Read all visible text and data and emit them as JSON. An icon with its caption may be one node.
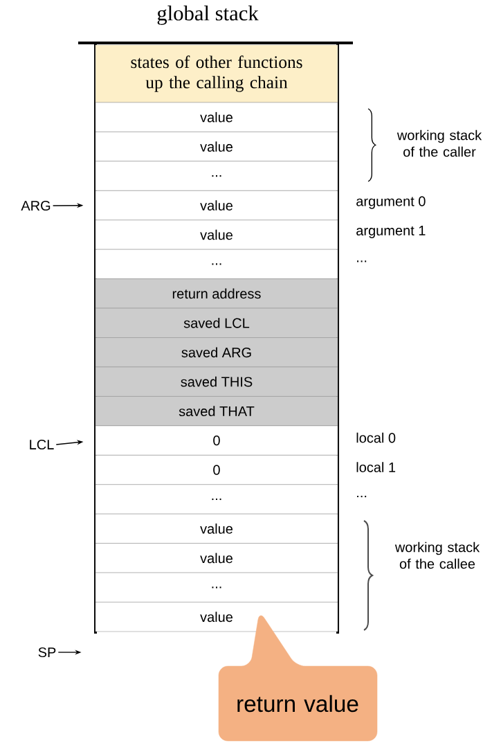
{
  "diagram": {
    "title": "global stack",
    "nodes": [
      {
        "text": [
          "states of other functions up the calling chain"
        ]
      },
      {
        "text": [
          "value"
        ]
      },
      {
        "text": [
          "value"
        ]
      },
      {
        "text": [
          "..."
        ]
      },
      {
        "text": [
          "value"
        ],
        "beside": [
          "argument 0"
        ]
      },
      {
        "text": [
          "value"
        ],
        "beside": [
          "argument 1"
        ]
      },
      {
        "text": [
          "..."
        ],
        "beside": [
          "..."
        ]
      },
      {
        "text": [
          "return address"
        ]
      },
      {
        "text": [
          "saved LCL"
        ]
      },
      {
        "text": [
          "saved ARG"
        ]
      },
      {
        "text": [
          "saved THIS"
        ]
      },
      {
        "text": [
          "saved THAT"
        ]
      },
      {
        "text": [
          "0"
        ],
        "beside": [
          "local 0"
        ]
      },
      {
        "text": [
          "0"
        ],
        "beside": [
          "local 1"
        ]
      },
      {
        "text": [
          "..."
        ],
        "beside": [
          "..."
        ]
      },
      {
        "text": [
          "value"
        ]
      },
      {
        "text": [
          "value"
        ]
      },
      {
        "text": [
          "..."
        ]
      },
      {
        "text": [
          "value"
        ]
      },
      {
        "text": [
          "ARG"
        ]
      },
      {
        "text": [
          "LCL"
        ]
      },
      {
        "text": [
          "SP"
        ]
      },
      {
        "text": [
          "return value"
        ]
      }
    ],
    "edges": [
      {
        "from": 19,
        "to": 4,
        "arrow": "to"
      },
      {
        "from": 20,
        "to": 12,
        "arrow": "to"
      },
      {
        "from": 21,
        "to": null,
        "arrow": "to"
      }
    ],
    "labels": [
      "working stack of the caller",
      "working stack of the callee"
    ]
  }
}
